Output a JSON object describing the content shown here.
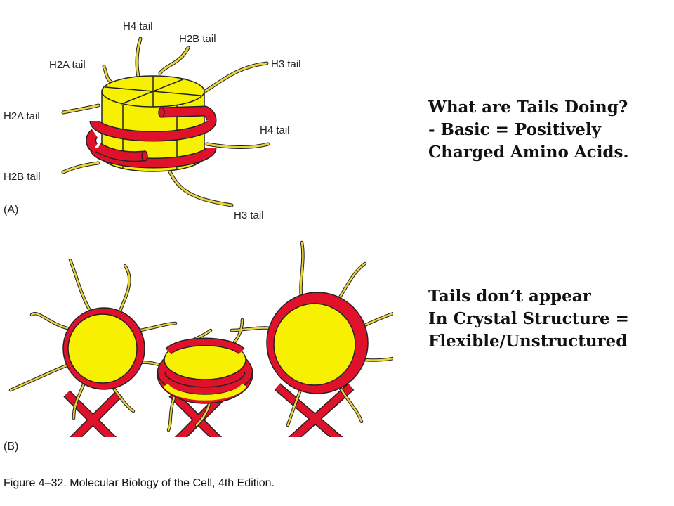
{
  "colors": {
    "histone": "#f7f000",
    "dna": "#e0122b",
    "tail": "#e8d33a",
    "outline": "#222222"
  },
  "panel_a": {
    "label": "(A)",
    "tail_labels": {
      "h4_top": "H4 tail",
      "h2b_top": "H2B tail",
      "h2a_upper": "H2A tail",
      "h3_top": "H3 tail",
      "h2a_left": "H2A tail",
      "h4_right": "H4 tail",
      "h2b_left": "H2B tail",
      "h3_bottom": "H3 tail"
    }
  },
  "panel_b": {
    "label": "(B)"
  },
  "caption": "Figure 4–32. Molecular Biology of the Cell, 4th Edition.",
  "notes": {
    "block1": [
      "What are Tails Doing?",
      "- Basic = Positively",
      "Charged Amino Acids."
    ],
    "block2": [
      "Tails don’t appear",
      "In Crystal Structure =",
      "Flexible/Unstructured"
    ]
  }
}
